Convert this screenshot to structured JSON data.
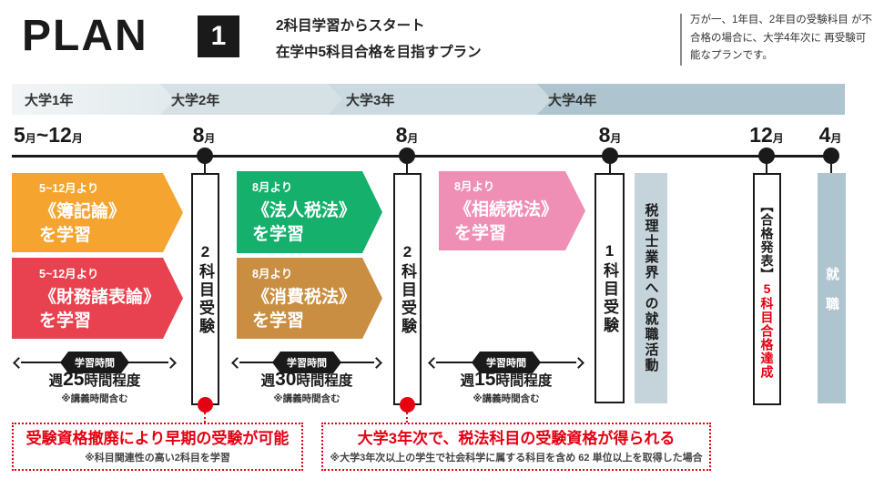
{
  "header": {
    "plan_label": "PLAN",
    "plan_number": "1",
    "subtitle_line1": "2科目学習からスタート",
    "subtitle_line2": "在学中5科目合格を目指すプラン",
    "note_line1": "万が一、1年目、2年目の受験科目",
    "note_line2": "が不合格の場合に、大学4年次に",
    "note_line3": "再受験可能なプランです。"
  },
  "colors": {
    "accent_red": "#e50012",
    "arrow_orange": "#f5a42f",
    "arrow_red": "#e8414f",
    "arrow_green": "#15b06c",
    "arrow_ochre": "#c98e41",
    "arrow_pink": "#f08fb6",
    "band_year1": "#eaeff1",
    "band_year2": "#d6e1e6",
    "band_year3": "#cbdae0",
    "band_year4": "#aec4ce",
    "box_lightblue": "#c5d4db",
    "box_employment": "#aec4ce"
  },
  "year_band": {
    "year1": "大学1年",
    "year2": "大学2年",
    "year3": "大学3年",
    "year4": "大学4年"
  },
  "months": {
    "m1": {
      "n1": "5",
      "u1": "月",
      "sep": "~",
      "n2": "12",
      "u2": "月"
    },
    "m2": {
      "n": "8",
      "u": "月"
    },
    "m3": {
      "n": "8",
      "u": "月"
    },
    "m4": {
      "n": "8",
      "u": "月"
    },
    "m5": {
      "n": "12",
      "u": "月"
    },
    "m6": {
      "n": "4",
      "u": "月"
    }
  },
  "study_arrows": {
    "bokiron": {
      "period": "5~12月より",
      "subject": "《簿記論》",
      "action": "を学習"
    },
    "zaimu": {
      "period": "5~12月より",
      "subject": "《財務諸表論》",
      "action": "を学習"
    },
    "houjin": {
      "period": "8月より",
      "subject": "《法人税法》",
      "action": "を学習"
    },
    "shouhi": {
      "period": "8月より",
      "subject": "《消費税法》",
      "action": "を学習"
    },
    "souzoku": {
      "period": "8月より",
      "subject": "《相続税法》",
      "action": "を学習"
    }
  },
  "exam_boxes": {
    "exam1": "2科目受験",
    "exam2": "2科目受験",
    "exam3": "1科目受験",
    "announce_prefix": "【合格発表】",
    "announce_highlight": "5科目合格達成",
    "job_hunting": "税理士業界への就職活動",
    "employment": "就職"
  },
  "study_time": {
    "badge": "学習時間",
    "t1": {
      "prefix": "週",
      "hours": "25",
      "suffix": "時間程度",
      "note": "※講義時間含む"
    },
    "t2": {
      "prefix": "週",
      "hours": "30",
      "suffix": "時間程度",
      "note": "※講義時間含む"
    },
    "t3": {
      "prefix": "週",
      "hours": "15",
      "suffix": "時間程度",
      "note": "※講義時間含む"
    }
  },
  "callouts": {
    "c1": {
      "title": "受験資格撤廃により早期の受験が可能",
      "note": "※科目関連性の高い2科目を学習"
    },
    "c2": {
      "title": "大学3年次で、税法科目の受験資格が得られる",
      "note": "※大学3年次以上の学生で社会科学に属する科目を含め 62 単位以上を取得した場合"
    }
  }
}
